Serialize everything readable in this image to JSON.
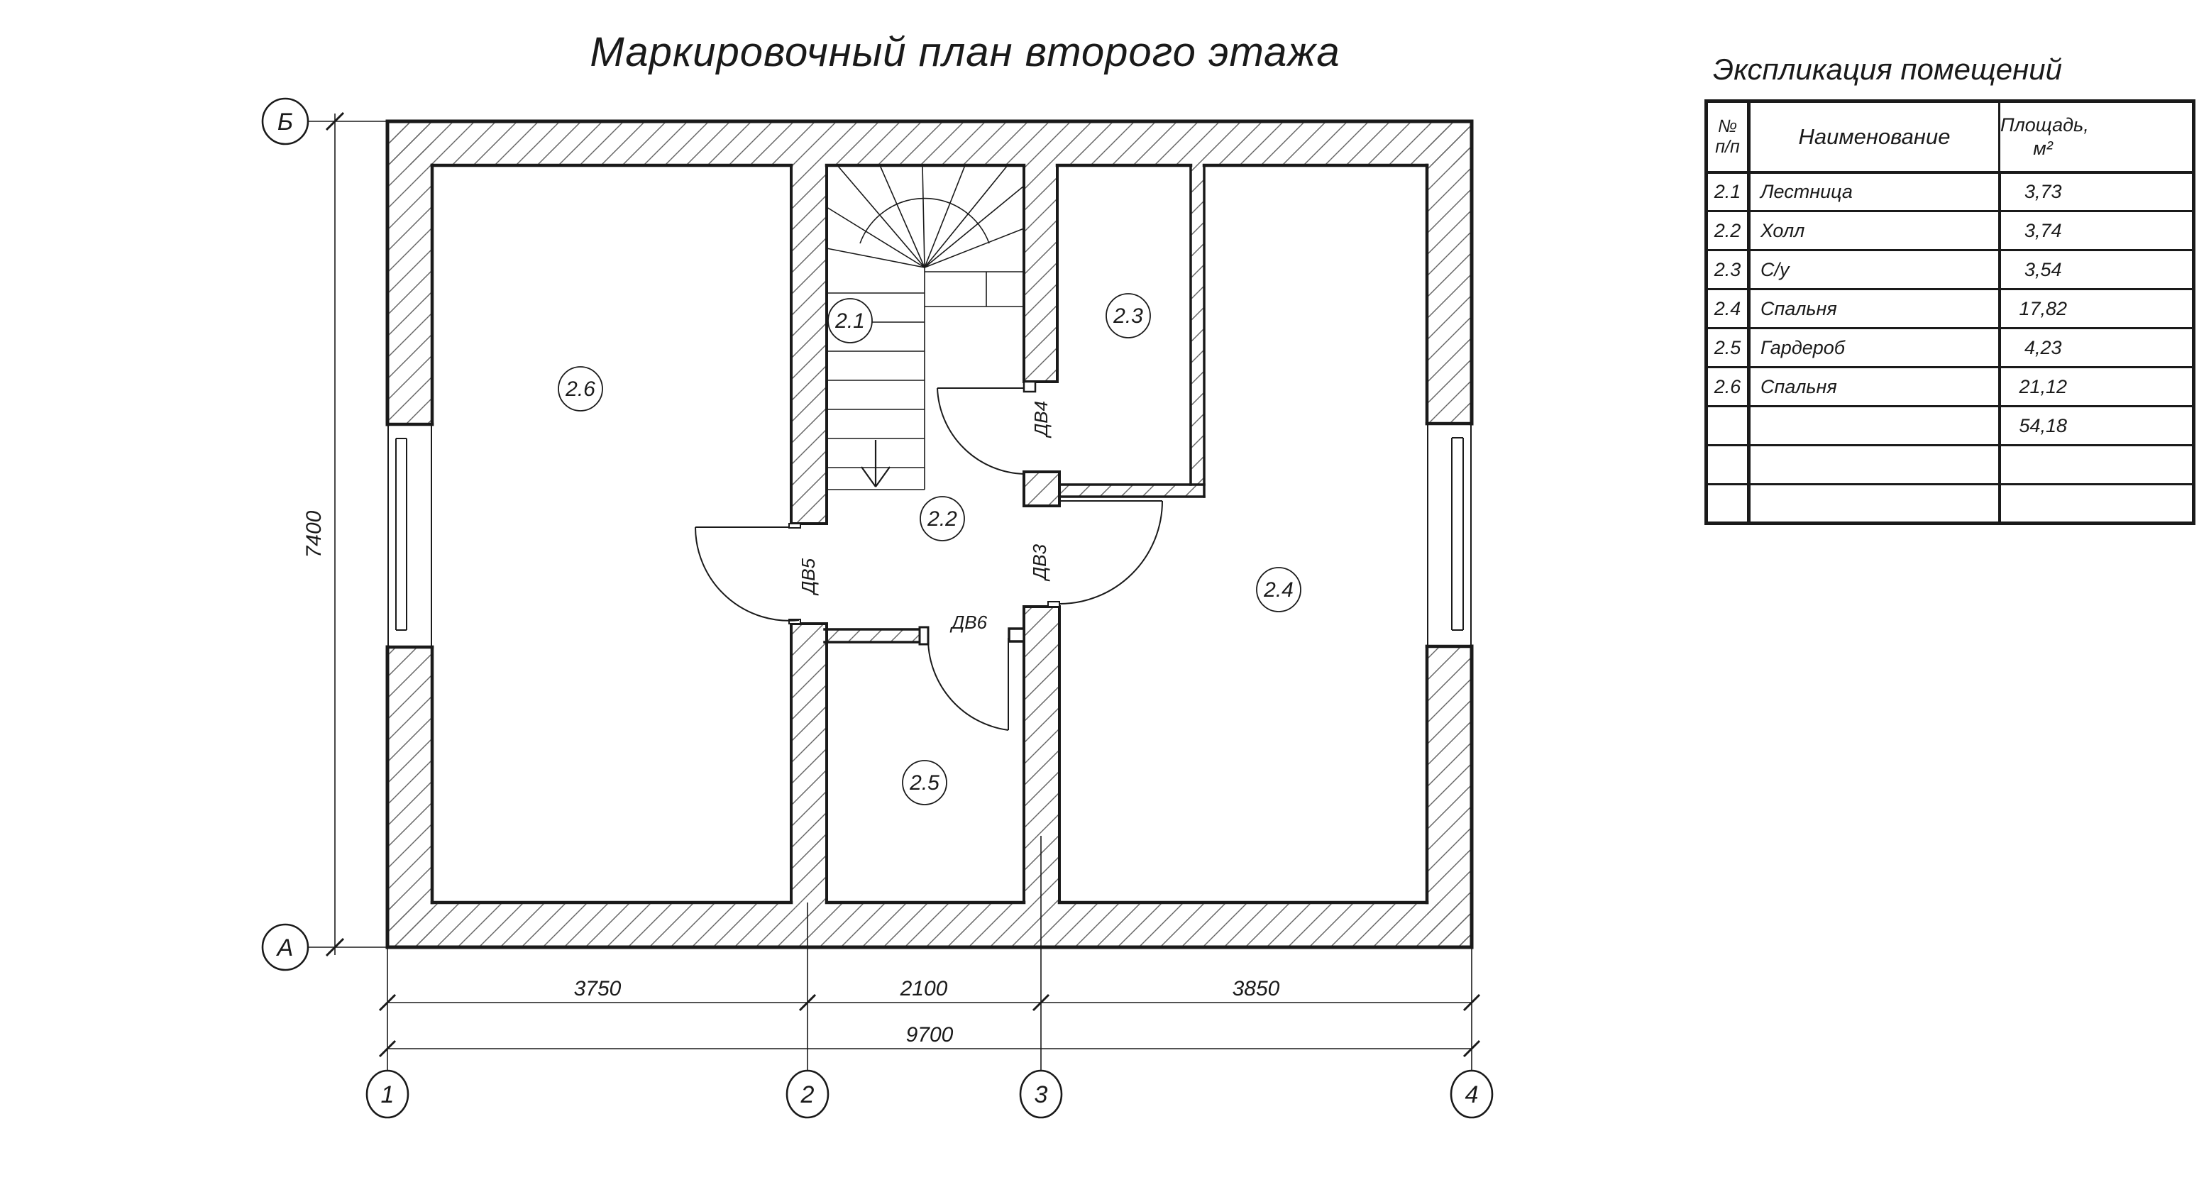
{
  "titles": {
    "plan": "Маркировочный план второго этажа",
    "explication": "Экспликация помещений"
  },
  "colors": {
    "line": "#1a1a1a",
    "hatch": "#666666",
    "background": "#ffffff"
  },
  "axes": {
    "left_top": "Б",
    "left_bottom": "А",
    "bottom": [
      "1",
      "2",
      "3",
      "4"
    ]
  },
  "dimensions": {
    "span_1_2": "3750",
    "span_2_3": "2100",
    "span_3_4": "3850",
    "total_width": "9700",
    "left_height": "7400"
  },
  "doors": {
    "dv3": "ДВ3",
    "dv4": "ДВ4",
    "dv5": "ДВ5",
    "dv6": "ДВ6"
  },
  "rooms": [
    {
      "id": "2.1",
      "name": "Лестница",
      "area": "3,73"
    },
    {
      "id": "2.2",
      "name": "Холл",
      "area": "3,74"
    },
    {
      "id": "2.3",
      "name": "С/у",
      "area": "3,54"
    },
    {
      "id": "2.4",
      "name": "Спальня",
      "area": "17,82"
    },
    {
      "id": "2.5",
      "name": "Гардероб",
      "area": "4,23"
    },
    {
      "id": "2.6",
      "name": "Спальня",
      "area": "21,12"
    }
  ],
  "table": {
    "header": {
      "num_line1": "№",
      "num_line2": "п/п",
      "name": "Наименование",
      "area_line1": "Площадь,",
      "area_line2": "м²"
    },
    "total_area": "54,18"
  }
}
